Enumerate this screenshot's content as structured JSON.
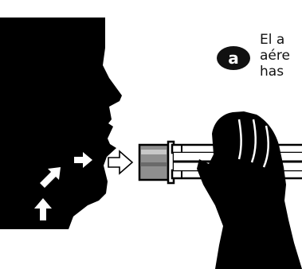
{
  "step": {
    "letter": "a"
  },
  "caption": {
    "lines": [
      "El a",
      "aére",
      "has"
    ]
  },
  "icons": [
    "face-profile-icon",
    "up-arrow-icon",
    "diagonal-arrow-icon",
    "right-arrow-icon",
    "outline-arrow-icon",
    "peak-flow-meter-icon",
    "hand-icon"
  ],
  "colors": {
    "ink": "#000000",
    "background": "#ffffff",
    "mouthpiece": "#9a9a9a"
  }
}
